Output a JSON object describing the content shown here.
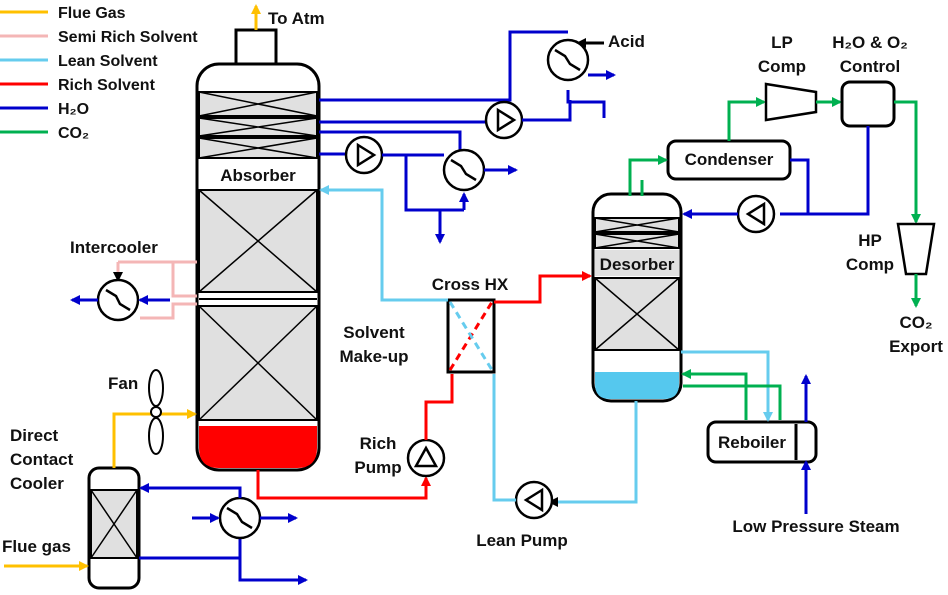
{
  "legend": [
    {
      "label": "Flue Gas",
      "color": "#ffc000"
    },
    {
      "label": "Semi Rich Solvent",
      "color": "#f4b6b6"
    },
    {
      "label": "Lean Solvent",
      "color": "#66ccee"
    },
    {
      "label": "Rich Solvent",
      "color": "#ff0000"
    },
    {
      "label": "H₂O",
      "color": "#0000cc"
    },
    {
      "label": "CO₂",
      "color": "#00b050"
    }
  ],
  "labels": {
    "to_atm": "To Atm",
    "acid": "Acid",
    "lp_comp_1": "LP",
    "lp_comp_2": "Comp",
    "h2o_o2_1": "H₂O & O₂",
    "h2o_o2_2": "Control",
    "absorber": "Absorber",
    "condenser": "Condenser",
    "desorber": "Desorber",
    "intercooler": "Intercooler",
    "cross_hx": "Cross HX",
    "hp_comp_1": "HP",
    "hp_comp_2": "Comp",
    "solvent_makeup_1": "Solvent",
    "solvent_makeup_2": "Make-up",
    "co2_export_1": "CO₂",
    "co2_export_2": "Export",
    "fan": "Fan",
    "dcc_1": "Direct",
    "dcc_2": "Contact",
    "dcc_3": "Cooler",
    "rich_pump_1": "Rich",
    "rich_pump_2": "Pump",
    "reboiler": "Reboiler",
    "flue_gas": "Flue gas",
    "lean_pump": "Lean Pump",
    "lp_steam": "Low Pressure Steam"
  },
  "colors": {
    "flue_gas": "#ffc000",
    "semi_rich": "#f4b6b6",
    "lean": "#66ccee",
    "rich": "#ff0000",
    "h2o": "#0000cc",
    "co2": "#00b050",
    "packing": "#e0e0e0",
    "rich_sump": "#ff0000",
    "lean_sump": "#55c8ee"
  }
}
